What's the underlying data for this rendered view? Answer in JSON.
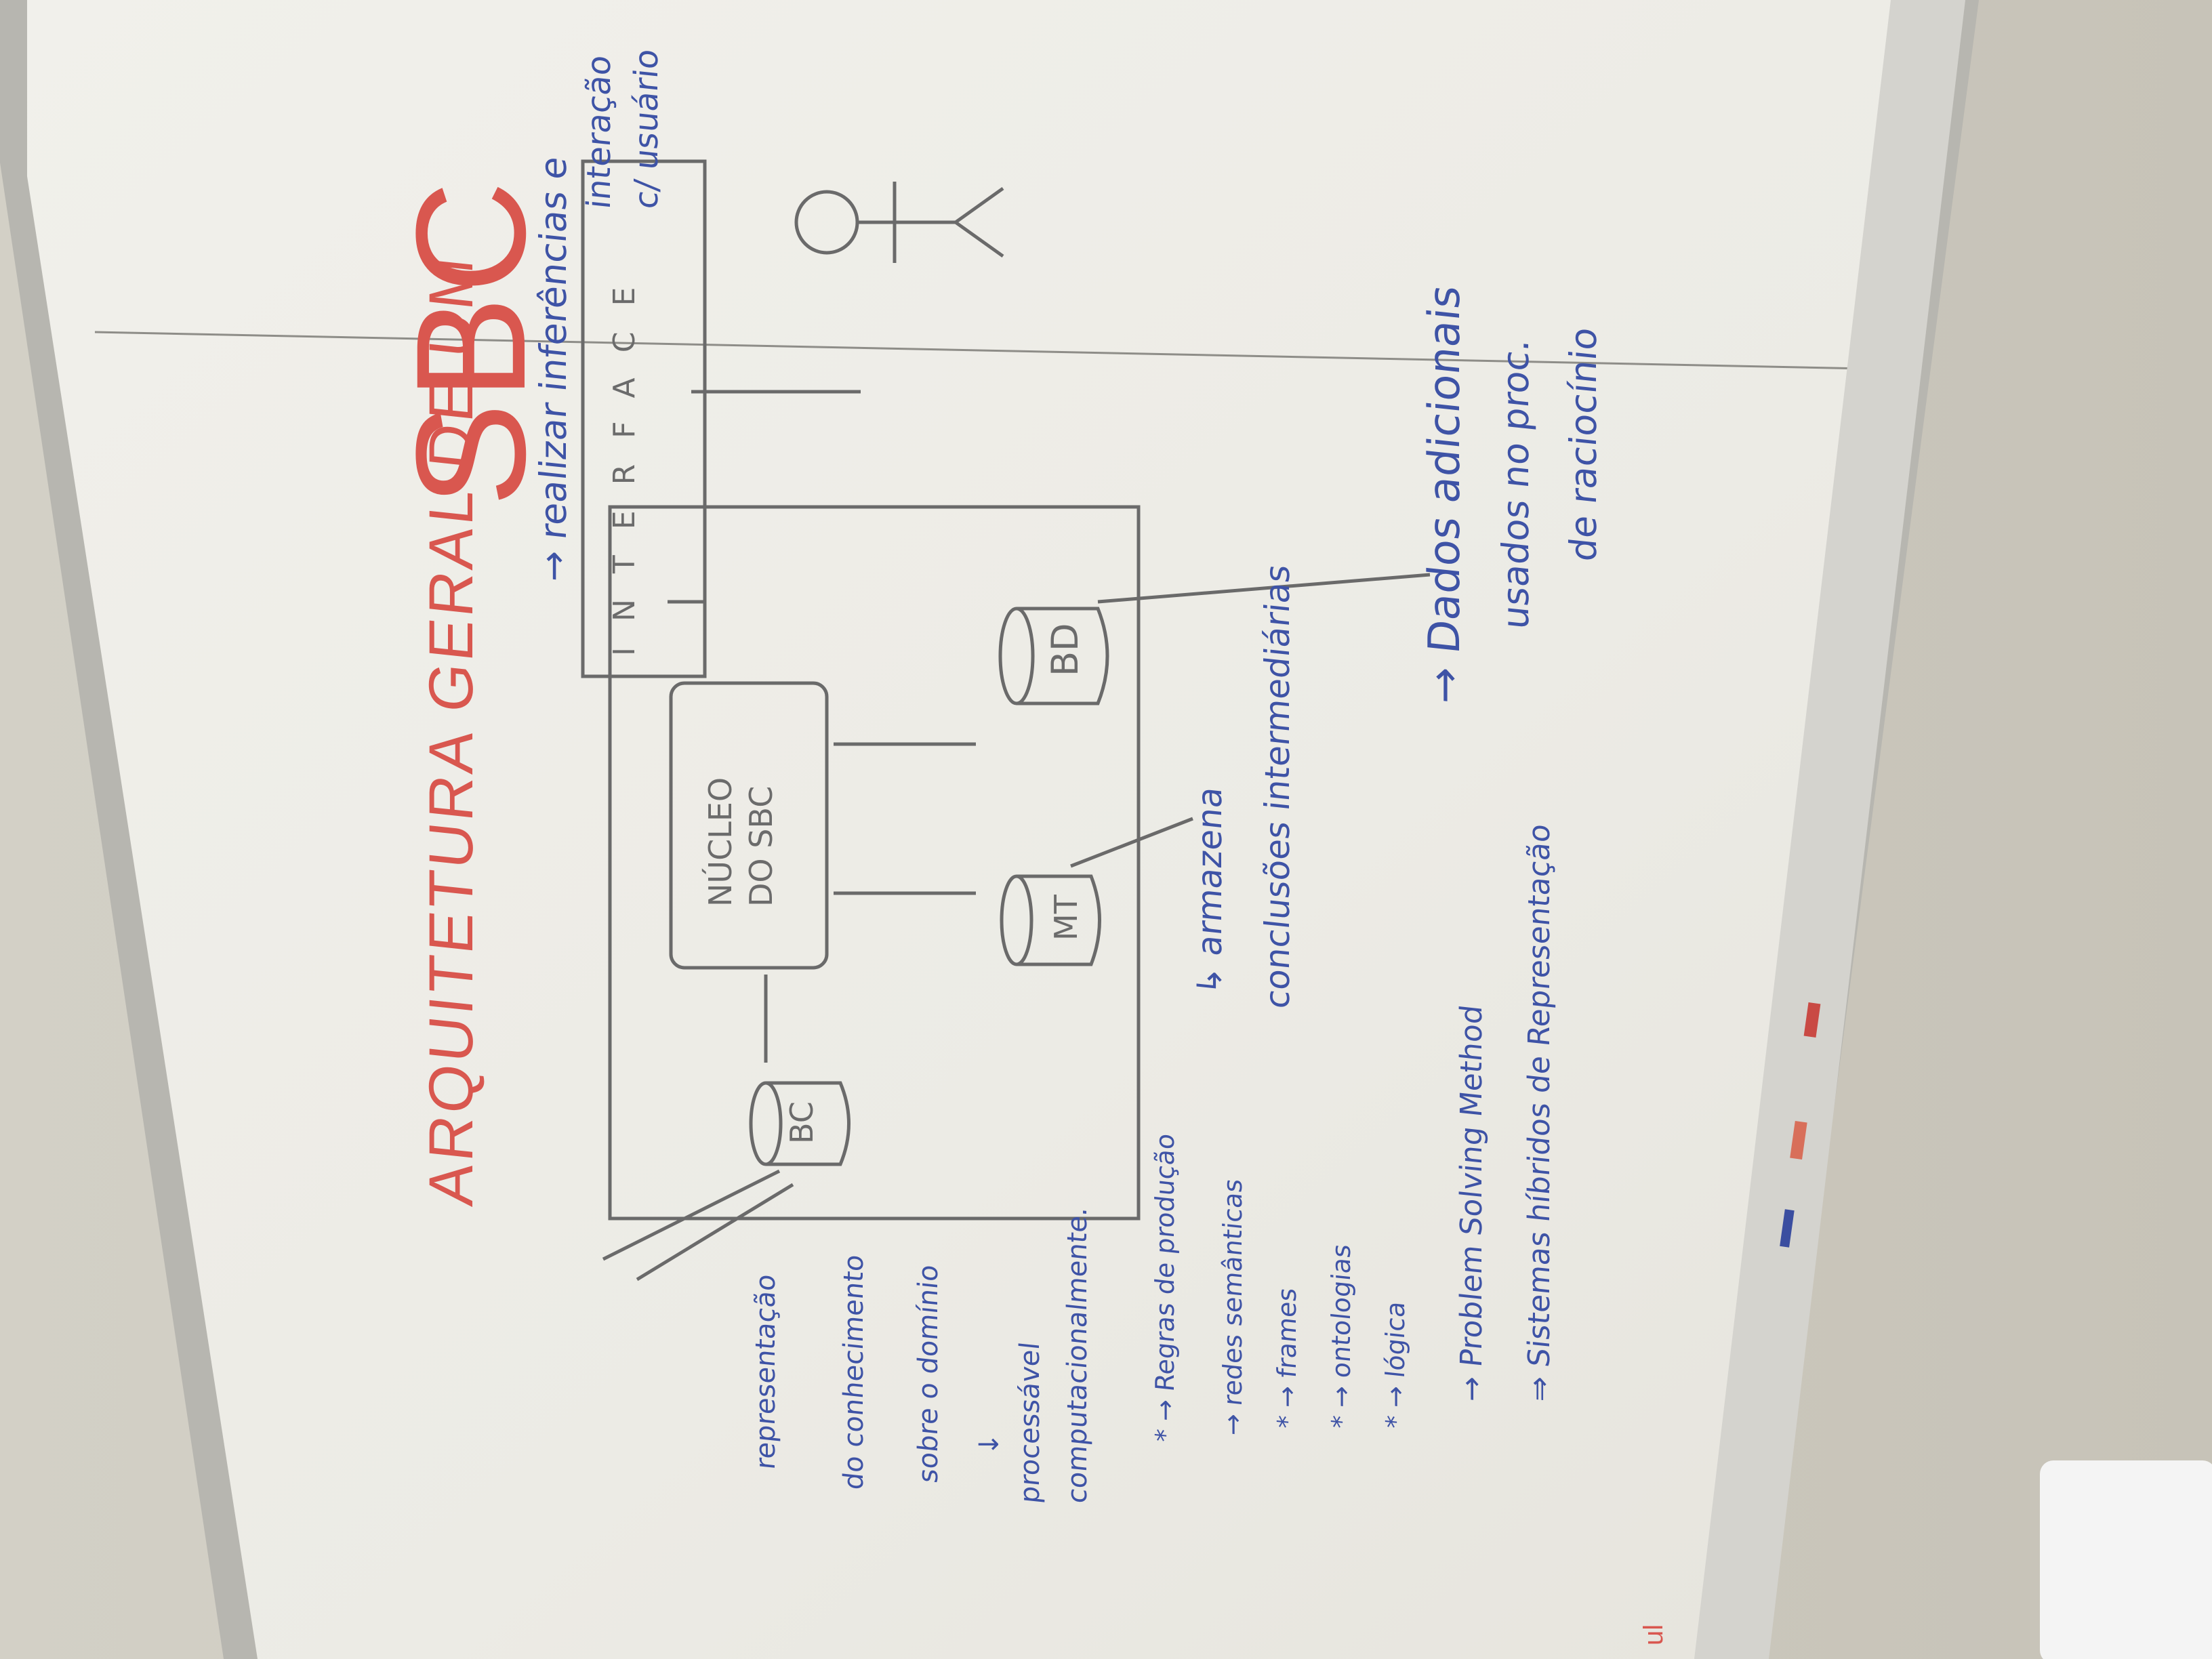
{
  "title": {
    "prefix": "ARQUITETURA GERAL DE UM",
    "acronym": "SBC"
  },
  "diagram": {
    "bc_label": "BC",
    "nucleo_label_line1": "NÚCLEO",
    "nucleo_label_line2": "DO SBC",
    "mt_label": "MT",
    "bd_label": "BD",
    "interface_letters": [
      "I",
      "N",
      "T",
      "E",
      "R",
      "F",
      "A",
      "C",
      "E"
    ]
  },
  "annotations": {
    "top_line1": "→ realizar inferências e",
    "top_line2": "interação",
    "top_line3": "c/ usuário",
    "left_line1": "representação",
    "left_line2": "do conhecimento",
    "left_line3": "sobre o domínio",
    "left_line4": "↓",
    "left_line5": "processável",
    "left_line6": "computacionalmente.",
    "mt_note_line1": "↳ armazena",
    "mt_note_line2": "conclusões intermediárias",
    "bd_note_line1": "→ Dados adicionais",
    "bd_note_line2": "usados no proc.",
    "bd_note_line3": "de raciocínio"
  },
  "list": {
    "items": [
      "* → Regras de produção",
      "→ redes semânticas",
      "* → frames",
      "* → ontologias",
      "* → lógica",
      "→ Problem Solving Method",
      "⇒ Sistemas híbridos de Representação"
    ],
    "margin_mark": "ul"
  },
  "colors": {
    "title": "#d9574f",
    "blue_marker": "#3e53a6",
    "pencil_grey": "#6b6b6b",
    "board": "#efeee9",
    "frame": "#b9b8b2"
  }
}
